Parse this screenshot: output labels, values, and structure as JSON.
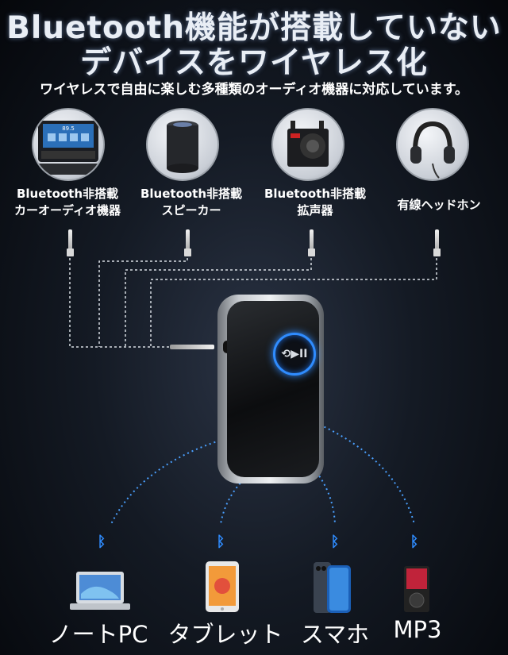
{
  "headline": {
    "line1": "Bluetooth機能が搭載していない",
    "line2": "デバイスをワイヤレス化",
    "subtitle": "ワイヤレスで自由に楽しむ多種類のオーディオ機器に対応しています。"
  },
  "sources": [
    {
      "label1": "Bluetooth非搭載",
      "label2": "カーオーディオ機器",
      "icon": "car-stereo-icon"
    },
    {
      "label1": "Bluetooth非搭載",
      "label2": "スピーカー",
      "icon": "speaker-icon"
    },
    {
      "label1": "Bluetooth非搭載",
      "label2": "拡声器",
      "icon": "megaphone-icon"
    },
    {
      "label1": "有線ヘッドホン",
      "label2": "",
      "icon": "headphones-icon"
    }
  ],
  "car_screen": {
    "value": "89.5"
  },
  "device": {
    "button_glyph": "⟲▶II",
    "accent": "#2f8cff"
  },
  "targets": [
    {
      "label": "ノートPC",
      "icon": "laptop-icon"
    },
    {
      "label": "タブレット",
      "icon": "tablet-icon"
    },
    {
      "label": "スマホ",
      "icon": "smartphone-icon"
    },
    {
      "label": "MP3",
      "icon": "mp3-player-icon"
    }
  ],
  "bluetooth_glyph": "ᛒ"
}
